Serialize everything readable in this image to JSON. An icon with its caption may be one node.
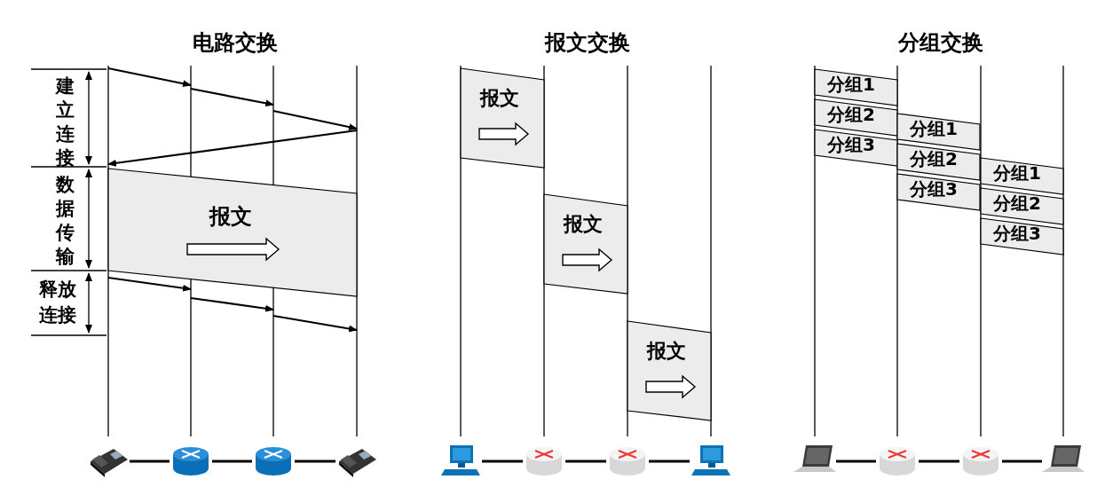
{
  "diagram": {
    "nodes": [
      {
        "text": [
          "报文"
        ]
      },
      {
        "text": [
          "报文"
        ]
      },
      {
        "text": [
          "报文"
        ]
      },
      {
        "text": [
          "报文"
        ]
      },
      {
        "text": [
          "分组1"
        ]
      },
      {
        "text": [
          "分组2"
        ]
      },
      {
        "text": [
          "分组3"
        ]
      },
      {
        "text": [
          "分组1"
        ]
      },
      {
        "text": [
          "分组2"
        ]
      },
      {
        "text": [
          "分组3"
        ]
      },
      {
        "text": [
          "分组1"
        ]
      },
      {
        "text": [
          "分组2"
        ]
      },
      {
        "text": [
          "分组3"
        ]
      },
      {
        "text": [],
        "shape": "telephone"
      },
      {
        "text": [],
        "shape": "router"
      },
      {
        "text": [],
        "shape": "router"
      },
      {
        "text": [],
        "shape": "telephone"
      },
      {
        "text": [],
        "shape": "computer"
      },
      {
        "text": [],
        "shape": "router"
      },
      {
        "text": [],
        "shape": "router"
      },
      {
        "text": [],
        "shape": "computer"
      },
      {
        "text": [],
        "shape": "laptop"
      },
      {
        "text": [],
        "shape": "router"
      },
      {
        "text": [],
        "shape": "router"
      },
      {
        "text": [],
        "shape": "laptop"
      }
    ],
    "edges": [
      {
        "from": 13,
        "to": 14,
        "arrow": "none"
      },
      {
        "from": 14,
        "to": 15,
        "arrow": "none"
      },
      {
        "from": 15,
        "to": 16,
        "arrow": "none"
      },
      {
        "from": 17,
        "to": 18,
        "arrow": "none"
      },
      {
        "from": 18,
        "to": 19,
        "arrow": "none"
      },
      {
        "from": 19,
        "to": 20,
        "arrow": "none"
      },
      {
        "from": 21,
        "to": 22,
        "arrow": "none"
      },
      {
        "from": 22,
        "to": 23,
        "arrow": "none"
      },
      {
        "from": 23,
        "to": 24,
        "arrow": "none"
      }
    ],
    "labels": [
      "电路交换",
      "报文交换",
      "分组交换",
      "建立连接",
      "数据传输",
      "释放连接"
    ]
  }
}
